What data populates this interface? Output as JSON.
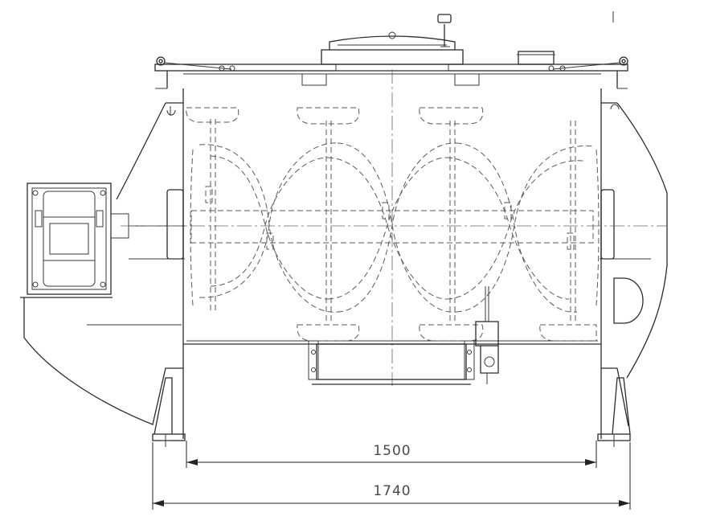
{
  "drawing": {
    "colors": {
      "line": "#2b2b2b",
      "hidden_line": "#5a5a5a",
      "center_line": "#666666",
      "background": "#ffffff"
    },
    "dimensions": [
      {
        "id": "inner-width",
        "value": "1500"
      },
      {
        "id": "overall-width",
        "value": "1740"
      }
    ]
  }
}
